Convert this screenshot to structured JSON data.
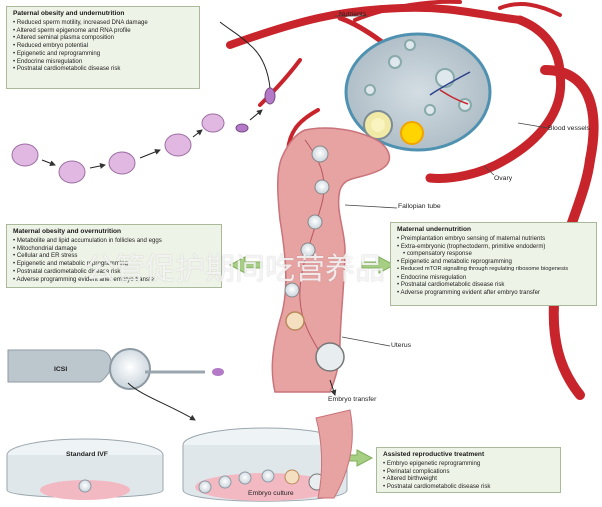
{
  "labels": {
    "nutrients": "Nutrients",
    "blood_vessels": "Blood vessels",
    "ovary": "Ovary",
    "fallopian_tube": "Fallopian tube",
    "uterus": "Uterus",
    "icsi": "ICSI",
    "standard_ivf": "Standard IVF",
    "embryo_culture": "Embryo culture",
    "embryo_transfer": "Embryo transfer"
  },
  "boxes": {
    "paternal": {
      "title": "Paternal obesity and undernutrition",
      "items": [
        "Reduced sperm motility, increased DNA damage",
        "Altered sperm epigenome and RNA profile",
        "Altered seminal plasma composition",
        "Reduced embryo potential",
        "Epigenetic and reprogramming",
        "Endocrine misregulation",
        "Postnatal cardiometabolic disease risk"
      ]
    },
    "maternal_obesity": {
      "title": "Maternal obesity and overnutrition",
      "items": [
        "Metabolite and lipid accumulation in follicles and eggs",
        "Mitochondrial damage",
        "Cellular and ER stress",
        "Epigenetic and metabolic reprogramming",
        "Postnatal cardiometabolic disease risk",
        "Adverse programming evident after embryo transfer"
      ]
    },
    "maternal_under": {
      "title": "Maternal undernutrition",
      "items": [
        "Preimplantation embryo sensing of maternal nutrients",
        "Extra-embryonic (trophectoderm, primitive endoderm)",
        "compensatory response",
        "Epigenetic and metabolic reprogramming",
        "Reduced mTOR signalling through regulating ribosome biogenesis",
        "Endocrine misregulation",
        "Postnatal cardiometabolic disease risk",
        "Adverse programming evident after embryo transfer"
      ]
    },
    "art": {
      "title": "Assisted reproductive treatment",
      "items": [
        "Embryo epigenetic reprogramming",
        "Perinatal complications",
        "Altered birthweight",
        "Postnatal cardiometabolic disease risk"
      ]
    }
  },
  "watermark": "公管促护期间吃营养品",
  "colors": {
    "vessel": "#c8242b",
    "tract": "#e7a2a2",
    "box_bg": "#eef3e7",
    "box_border": "#a9b99a",
    "arrow": "#a7cf84"
  }
}
